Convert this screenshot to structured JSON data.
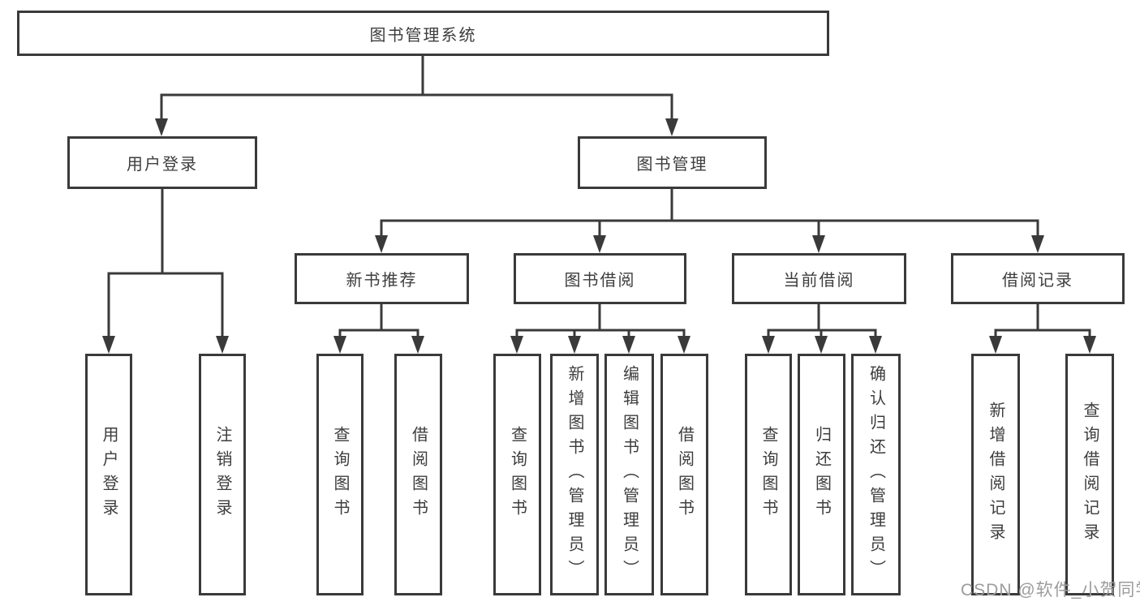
{
  "tree": {
    "root": {
      "label": "图书管理系统"
    },
    "children": [
      {
        "label": "用户登录",
        "children": [
          {
            "label": "用户登录"
          },
          {
            "label": "注销登录"
          }
        ]
      },
      {
        "label": "图书管理",
        "children": [
          {
            "label": "新书推荐",
            "children": [
              {
                "label": "查询图书"
              },
              {
                "label": "借阅图书"
              }
            ]
          },
          {
            "label": "图书借阅",
            "children": [
              {
                "label": "查询图书"
              },
              {
                "label": "新增图书（管理员）"
              },
              {
                "label": "编辑图书（管理员）"
              },
              {
                "label": "借阅图书"
              }
            ]
          },
          {
            "label": "当前借阅",
            "children": [
              {
                "label": "查询图书"
              },
              {
                "label": "归还图书"
              },
              {
                "label": "确认归还（管理员）"
              }
            ]
          },
          {
            "label": "借阅记录",
            "children": [
              {
                "label": "新增借阅记录"
              },
              {
                "label": "查询借阅记录"
              }
            ]
          }
        ]
      }
    ]
  },
  "watermark": "CSDN @软件_小贺同学",
  "colors": {
    "line": "#3a3a3a",
    "text": "#3d3d3d",
    "watermark": "#9c9c9c",
    "box-bg": "#ffffff"
  }
}
